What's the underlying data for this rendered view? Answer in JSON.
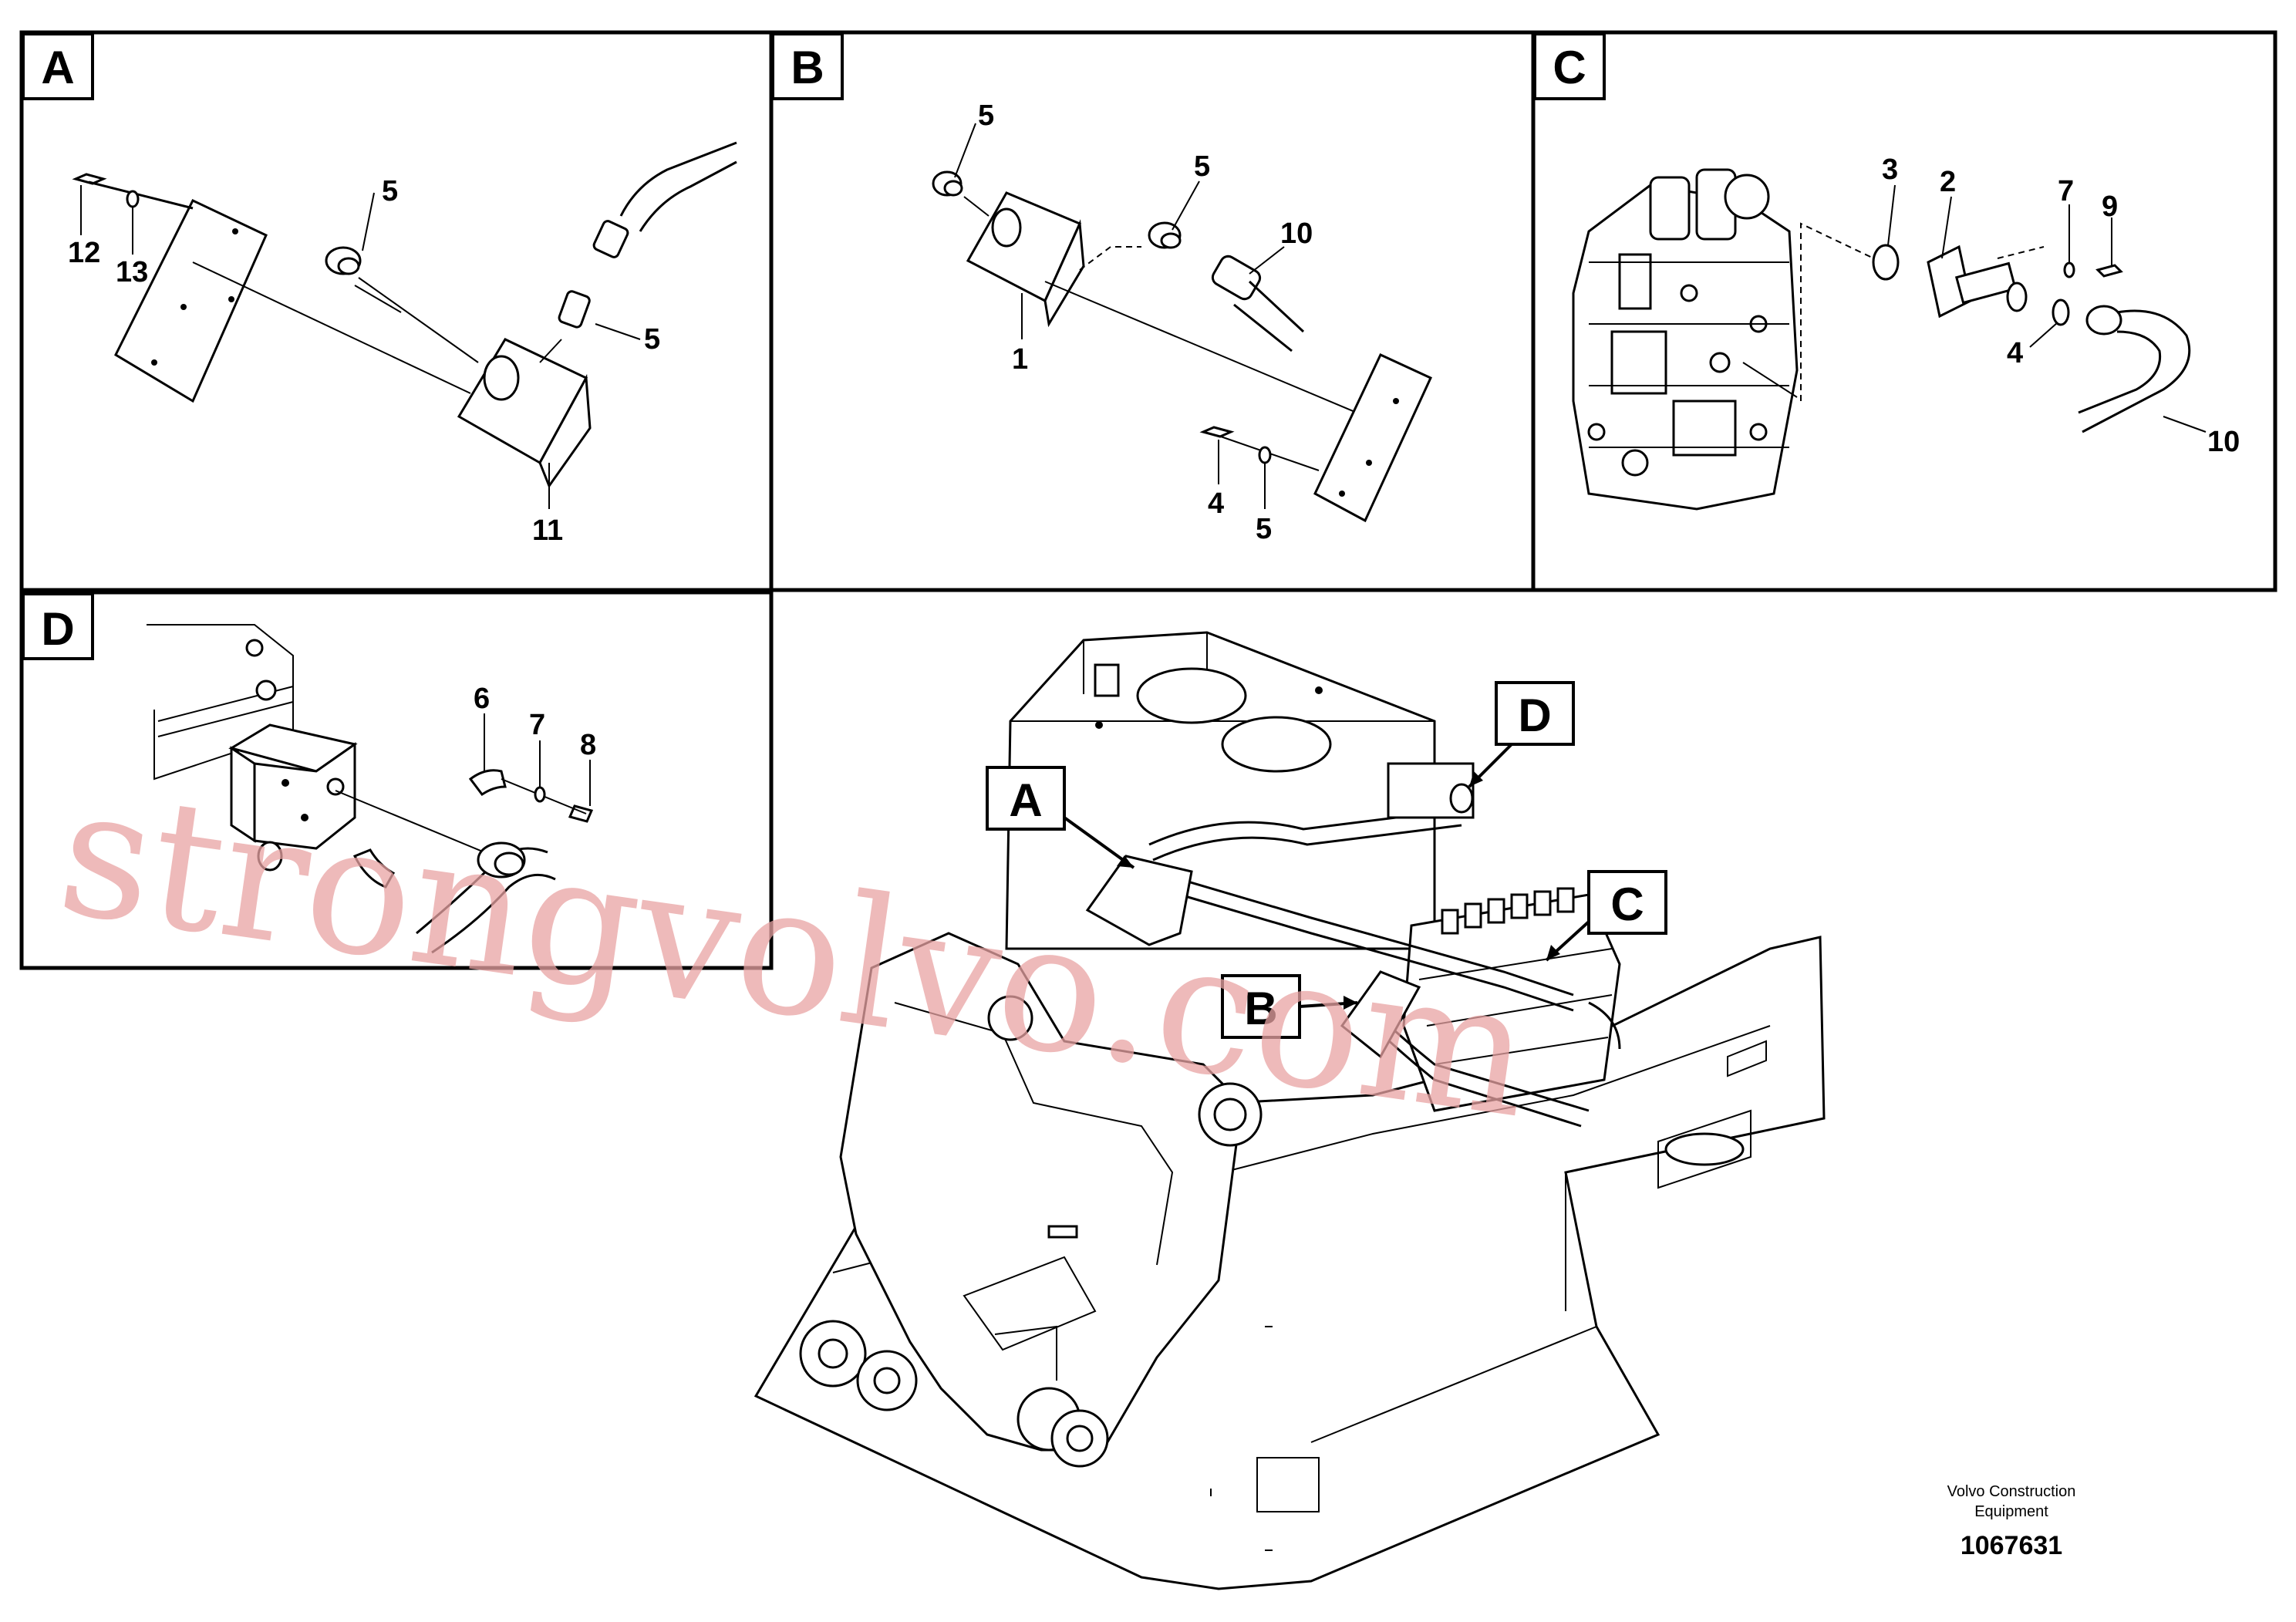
{
  "panels": [
    {
      "id": "A",
      "label": "A",
      "callouts": [
        "5",
        "12",
        "13",
        "5",
        "11"
      ]
    },
    {
      "id": "B",
      "label": "B",
      "callouts": [
        "5",
        "5",
        "10",
        "1",
        "4",
        "5"
      ]
    },
    {
      "id": "C",
      "label": "C",
      "callouts": [
        "3",
        "2",
        "7",
        "9",
        "4",
        "10"
      ]
    },
    {
      "id": "D",
      "label": "D",
      "callouts": [
        "6",
        "7",
        "8"
      ]
    }
  ],
  "overview": {
    "labels": [
      "A",
      "B",
      "C",
      "D"
    ]
  },
  "watermark": "strongvolvo.com",
  "footer": {
    "company_line1": "Volvo Construction",
    "company_line2": "Equipment",
    "drawing_number": "1067631"
  }
}
